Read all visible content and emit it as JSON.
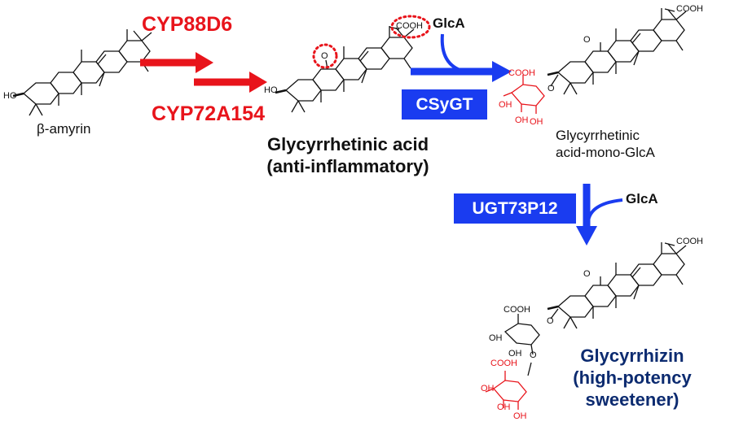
{
  "labels": {
    "amyrin": "β-amyrin",
    "cyp88d6": "CYP88D6",
    "cyp72a154": "CYP72A154",
    "gly_acid_line1": "Glycyrrhetinic acid",
    "gly_acid_line2": "(anti-inflammatory)",
    "glca_top": "GlcA",
    "csygt": "CSyGT",
    "mono_line1": "Glycyrrhetinic",
    "mono_line2": "acid-mono-GlcA",
    "ugt": "UGT73P12",
    "glca_mid": "GlcA",
    "glycyrrhizin_line1": "Glycyrrhizin",
    "glycyrrhizin_line2": "(high-potency",
    "glycyrrhizin_line3": "sweetener)"
  },
  "atoms": {
    "ho": "HO",
    "o": "O",
    "cooh": "COOH",
    "oh": "OH"
  },
  "colors": {
    "enzyme_red": "#e8141b",
    "enzyme_blue": "#1a3cf0",
    "product_navy": "#0c2b70",
    "structure": "#111111"
  }
}
